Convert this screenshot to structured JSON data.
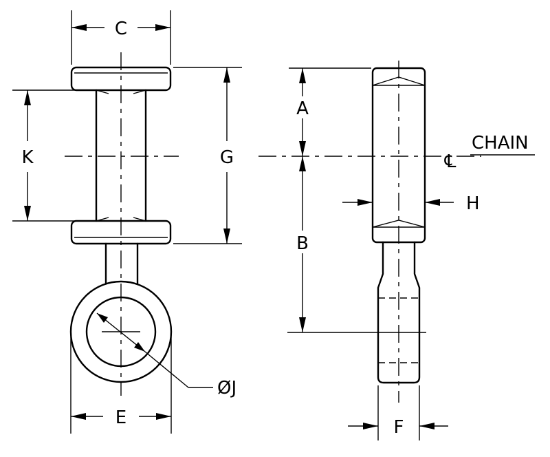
{
  "labels": {
    "a": "A",
    "b": "B",
    "c": "C",
    "e": "E",
    "f": "F",
    "g": "G",
    "h": "H",
    "j": "ØJ",
    "k": "K",
    "centerline_symbol": "℄",
    "chain": "CHAIN"
  }
}
